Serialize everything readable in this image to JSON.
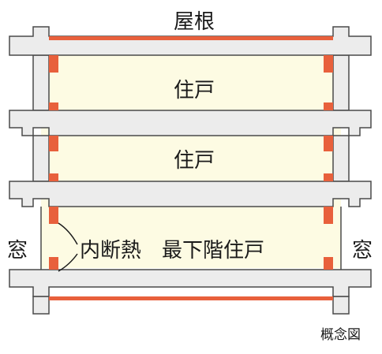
{
  "labels": {
    "roof": "屋根",
    "unit_upper": "住戸",
    "unit_middle": "住戸",
    "unit_bottom": "最下階住戸",
    "inner_insulation": "内断熱",
    "window_left": "窓",
    "window_right": "窓",
    "caption": "概念図"
  },
  "colors": {
    "slab_fill": "#ececec",
    "slab_stroke": "#4a4a4a",
    "room_fill": "#fdfbe3",
    "insulation": "#e8603c",
    "text": "#1a1a1a"
  }
}
